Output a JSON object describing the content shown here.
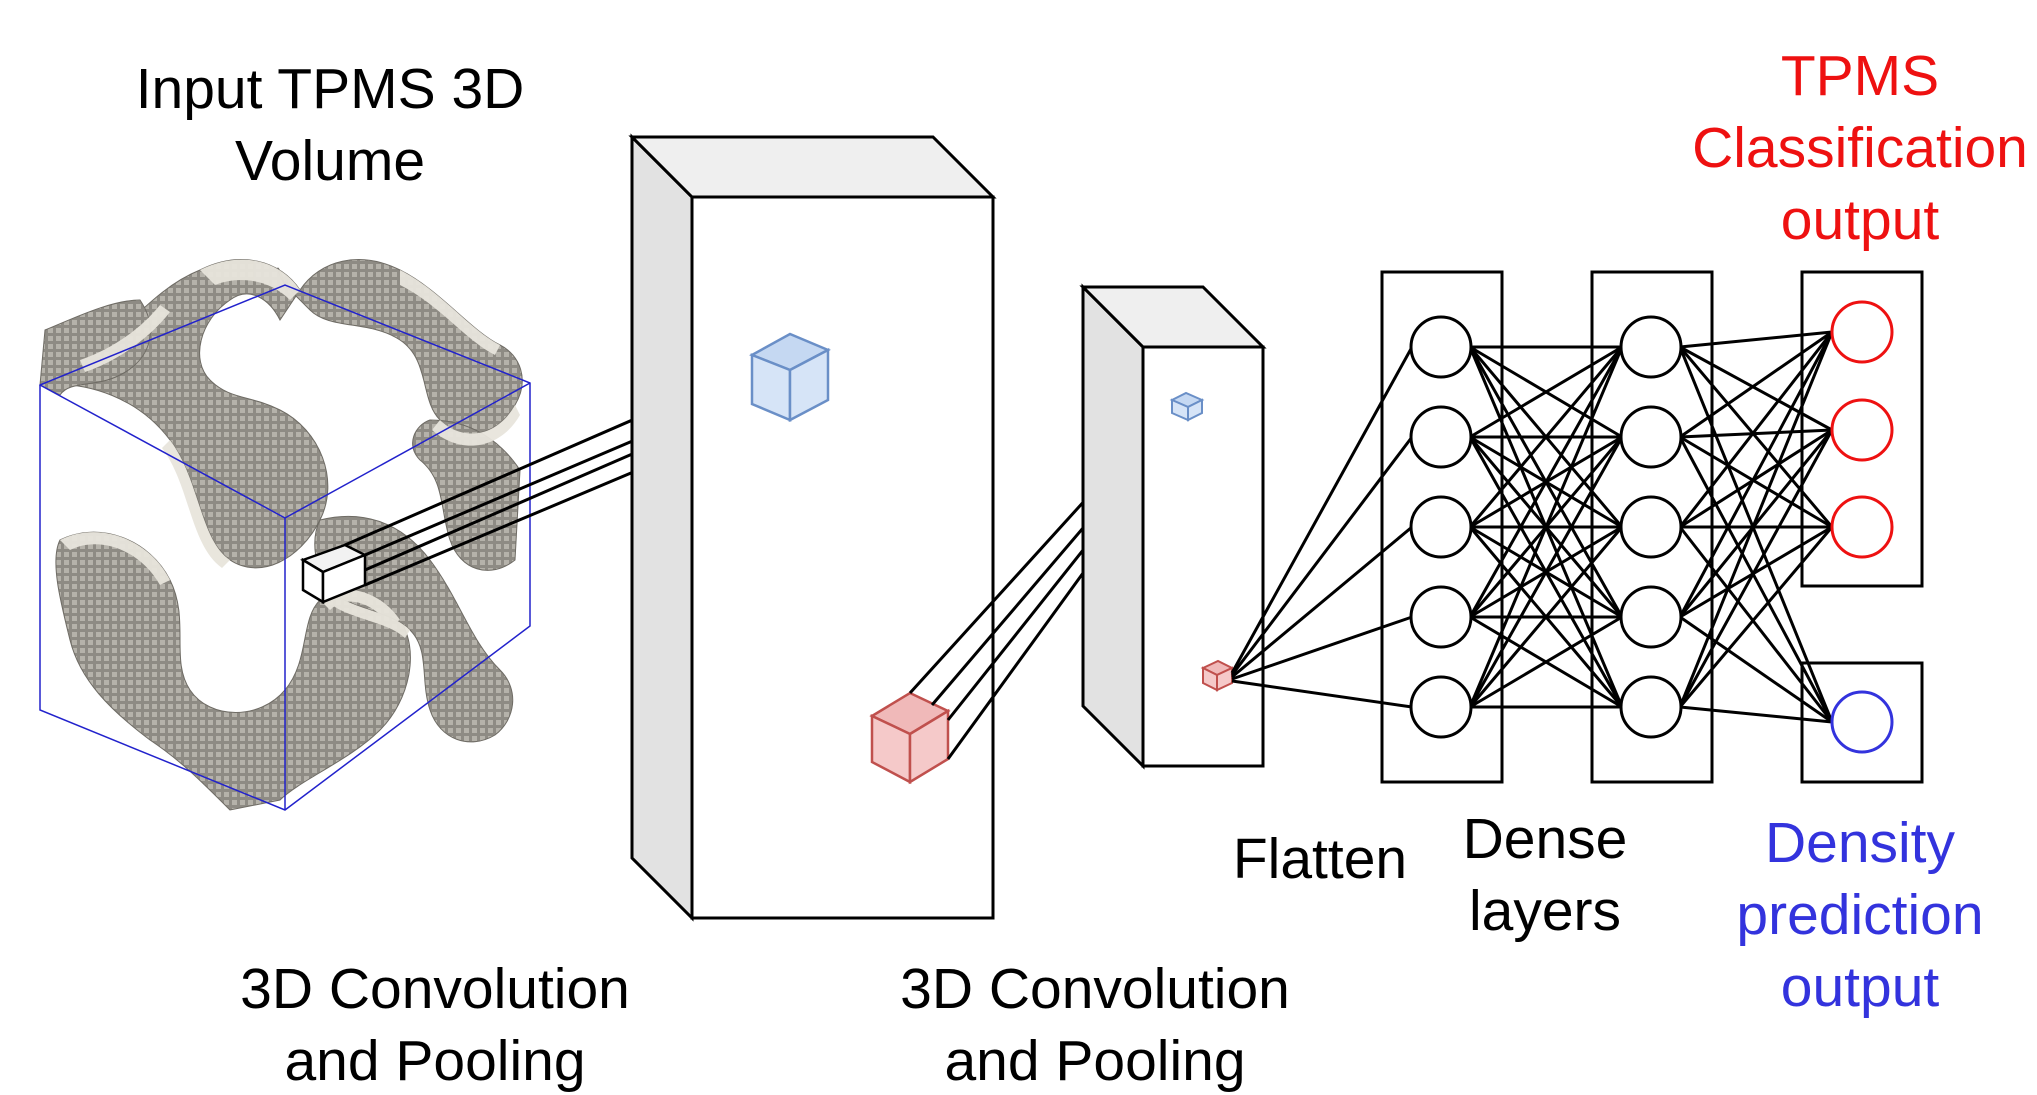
{
  "labels": {
    "input_line1": "Input TPMS 3D",
    "input_line2": "Volume",
    "conv1_line1": "3D Convolution",
    "conv1_line2": "and Pooling",
    "conv2_line1": "3D Convolution",
    "conv2_line2": "and Pooling",
    "flatten": "Flatten",
    "dense_line1": "Dense",
    "dense_line2": "layers",
    "classification_line1": "TPMS",
    "classification_line2": "Classification",
    "classification_line3": "output",
    "density_line1": "Density",
    "density_line2": "prediction",
    "density_line3": "output"
  },
  "colors": {
    "classification": "#ee1111",
    "density": "#3333dd",
    "kernel_blue_fill": "#d6e4f7",
    "kernel_blue_stroke": "#6a8fc7",
    "kernel_red_fill": "#f5c9c9",
    "kernel_red_stroke": "#c0504d",
    "tpms_surface": "#8e8b84",
    "tpms_highlight": "#e8e5dc",
    "bounding_box": "#2222cc"
  },
  "network": {
    "dense_layer_1_nodes": 5,
    "dense_layer_2_nodes": 5,
    "classification_nodes": 3,
    "density_nodes": 1
  }
}
